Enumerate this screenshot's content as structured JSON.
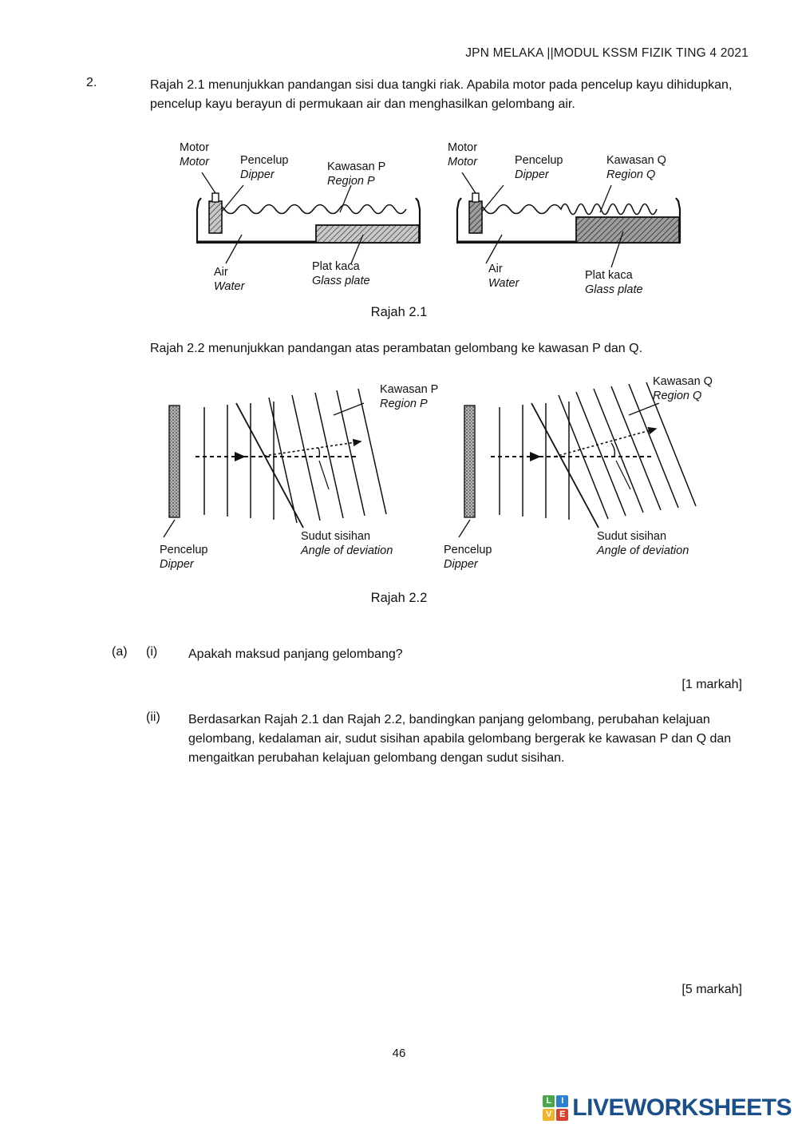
{
  "header": {
    "title": "JPN MELAKA ||MODUL KSSM FIZIK TING 4 2021"
  },
  "question": {
    "number": "2.",
    "stem": "Rajah 2.1 menunjukkan pandangan sisi dua tangki riak. Apabila motor pada pencelup  kayu dihidupkan, pencelup kayu berayun di permukaan air dan menghasilkan gelombang air.",
    "statement_22": "Rajah 2.2 menunjukkan pandangan atas perambatan gelombang ke kawasan P dan Q."
  },
  "figure21": {
    "caption": "Rajah 2.1",
    "left": {
      "motor_ms": "Motor",
      "motor_en": "Motor",
      "dipper_ms": "Pencelup",
      "dipper_en": "Dipper",
      "region_ms": "Kawasan P",
      "region_en": "Region P",
      "water_ms": "Air",
      "water_en": "Water",
      "plate_ms": "Plat kaca",
      "plate_en": "Glass plate"
    },
    "right": {
      "motor_ms": "Motor",
      "motor_en": "Motor",
      "dipper_ms": "Pencelup",
      "dipper_en": "Dipper",
      "region_ms": "Kawasan Q",
      "region_en": "Region Q",
      "water_ms": "Air",
      "water_en": "Water",
      "plate_ms": "Plat kaca",
      "plate_en": "Glass plate"
    }
  },
  "figure22": {
    "caption": "Rajah 2.2",
    "left": {
      "dipper_ms": "Pencelup",
      "dipper_en": "Dipper",
      "region_ms": "Kawasan P",
      "region_en": "Region P",
      "angle_ms": "Sudut sisihan",
      "angle_en": "Angle of deviation"
    },
    "right": {
      "dipper_ms": "Pencelup",
      "dipper_en": "Dipper",
      "region_ms": "Kawasan Q",
      "region_en": "Region Q",
      "angle_ms": "Sudut sisihan",
      "angle_en": "Angle of deviation"
    }
  },
  "parts": {
    "a_letter": "(a)",
    "i_roman": "(i)",
    "i_text": "Apakah maksud panjang gelombang?",
    "i_marks": "[1 markah]",
    "ii_roman": "(ii)",
    "ii_text": "Berdasarkan Rajah 2.1 dan Rajah 2.2, bandingkan panjang gelombang, perubahan kelajuan gelombang, kedalaman air, sudut sisihan apabila gelombang bergerak ke kawasan P dan Q dan mengaitkan perubahan kelajuan gelombang dengan sudut sisihan.",
    "ii_marks": "[5 markah]"
  },
  "footer": {
    "page_number": "46",
    "logo_cells": [
      "L",
      "I",
      "V",
      "E"
    ],
    "logo_colors": [
      "#4aa64a",
      "#2f7fd0",
      "#f0b429",
      "#d8402f"
    ],
    "logo_word": "LIVEWORKSHEETS",
    "logo_word_color": "#1b4f8a"
  }
}
